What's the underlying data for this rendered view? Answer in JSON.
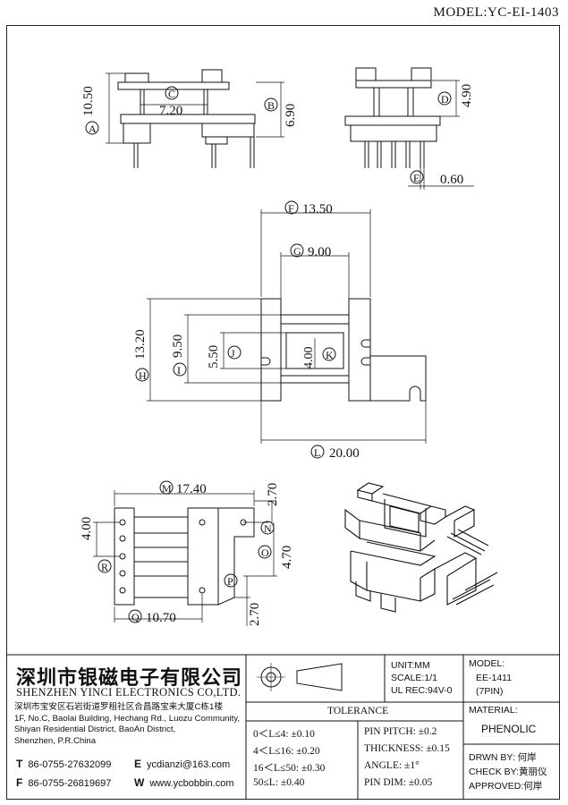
{
  "model_title": "MODEL:YC-EI-1403",
  "dims": {
    "A": "10.50",
    "B": "6.90",
    "C": "7.20",
    "D": "4.90",
    "E": "0.60",
    "F": "13.50",
    "G": "9.00",
    "H": "13.20",
    "I": "9.50",
    "J": "5.50",
    "K": "4.00",
    "L": "20.00",
    "M": "17.40",
    "N_top": "2.70",
    "N": "N",
    "O": "4.70",
    "P": "P",
    "P_val": "2.70",
    "Q": "10.70",
    "R_val": "4.00"
  },
  "letters": [
    "A",
    "B",
    "C",
    "D",
    "E",
    "F",
    "G",
    "H",
    "I",
    "J",
    "K",
    "L",
    "M",
    "N",
    "O",
    "P",
    "Q",
    "R"
  ],
  "title_block": {
    "company_cn": "深圳市银磁电子有限公司",
    "company_en": "SHENZHEN YINCI ELECTRONICS CO,LTD.",
    "address_lines": [
      "深圳市宝安区石岩街道罗租社区合昌路宝来大厦C栋1楼",
      "1F, No.C, Baolai Building, Hechang Rd., Luozu Community,",
      "Shiyan Residential District, BaoAn District,",
      "Shenzhen, P.R.China"
    ],
    "tel_label": "T",
    "tel": "86-0755-27632099",
    "fax_label": "F",
    "fax": "86-0755-26819697",
    "email_label": "E",
    "email": "ycdianzi@163.com",
    "web_label": "W",
    "web": "www.ycbobbin.com",
    "unit": "UNIT:MM",
    "scale": "SCALE:1/1",
    "ul": "UL REC:94V-0",
    "model_label": "MODEL:",
    "model_value": "EE-1411",
    "pins": "(7PIN)",
    "material_label": "MATERIAL:",
    "material": "PHENOLIC",
    "drawn": "DRWN BY: 何岸",
    "check": "CHECK BY:黄丽仪",
    "approved": "APPROVED:何岸",
    "tolerance_title": "TOLERANCE",
    "tolerances": [
      "0＜L≤4: ±0.10",
      "4＜L≤16: ±0.20",
      "16＜L≤50: ±0.30",
      "50≤L: ±0.40"
    ],
    "tol_right": [
      "PIN PITCH: ±0.2",
      "THICKNESS: ±0.15",
      "ANGLE: ±1°",
      "PIN DIM: ±0.05"
    ]
  }
}
